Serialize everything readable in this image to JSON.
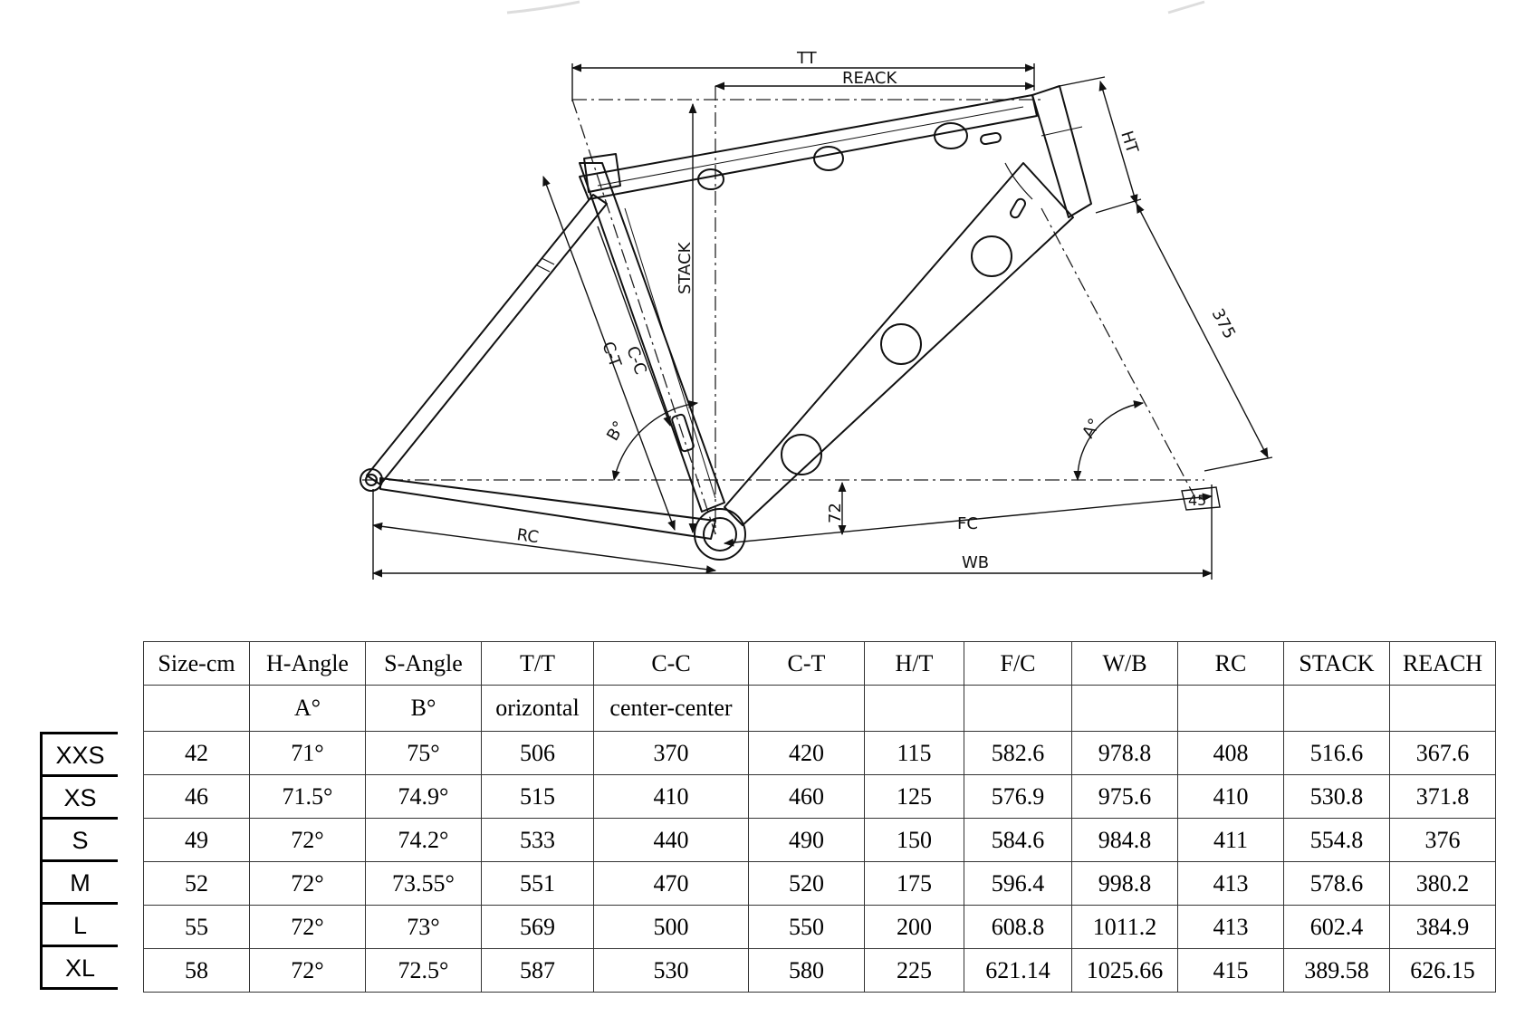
{
  "diagram": {
    "labels": {
      "tt": "TT",
      "reach": "REACK",
      "ht": "HT",
      "stack": "STACK",
      "ct": "C-T",
      "cc": "C-C",
      "b_angle": "B°",
      "a_angle": "A°",
      "fork_length": "375",
      "bb_drop": "72",
      "fc": "FC",
      "rc": "RC",
      "wb": "WB",
      "fork_offset": "45"
    }
  },
  "table": {
    "header_top": [
      "Size-cm",
      "H-Angle",
      "S-Angle",
      "T/T",
      "C-C",
      "C-T",
      "H/T",
      "F/C",
      "W/B",
      "RC",
      "STACK",
      "REACH"
    ],
    "header_sub": [
      "",
      "A°",
      "B°",
      "orizontal",
      "center-center",
      "",
      "",
      "",
      "",
      "",
      "",
      ""
    ],
    "rows": [
      [
        "42",
        "71°",
        "75°",
        "506",
        "370",
        "420",
        "115",
        "582.6",
        "978.8",
        "408",
        "516.6",
        "367.6"
      ],
      [
        "46",
        "71.5°",
        "74.9°",
        "515",
        "410",
        "460",
        "125",
        "576.9",
        "975.6",
        "410",
        "530.8",
        "371.8"
      ],
      [
        "49",
        "72°",
        "74.2°",
        "533",
        "440",
        "490",
        "150",
        "584.6",
        "984.8",
        "411",
        "554.8",
        "376"
      ],
      [
        "52",
        "72°",
        "73.55°",
        "551",
        "470",
        "520",
        "175",
        "596.4",
        "998.8",
        "413",
        "578.6",
        "380.2"
      ],
      [
        "55",
        "72°",
        "73°",
        "569",
        "500",
        "550",
        "200",
        "608.8",
        "1011.2",
        "413",
        "602.4",
        "384.9"
      ],
      [
        "58",
        "72°",
        "72.5°",
        "587",
        "530",
        "580",
        "225",
        "621.14",
        "1025.66",
        "415",
        "389.58",
        "626.15"
      ]
    ]
  },
  "sizes": [
    "XXS",
    "XS",
    "S",
    "M",
    "L",
    "XL"
  ]
}
